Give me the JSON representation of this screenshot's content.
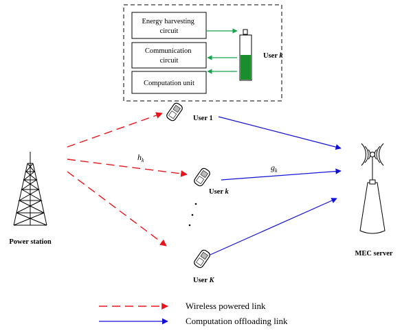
{
  "user_detail": {
    "label_prefix": "User ",
    "label_var": "k",
    "boxes": [
      {
        "lines": [
          "Energy harvesting",
          "circuit"
        ]
      },
      {
        "lines": [
          "Communication",
          "circuit"
        ]
      },
      {
        "lines": [
          "Computation unit"
        ]
      }
    ]
  },
  "users": [
    {
      "prefix": "User ",
      "var": "1"
    },
    {
      "prefix": "User ",
      "var": "k"
    },
    {
      "prefix": "User ",
      "var": "K"
    }
  ],
  "power_station_label": "Power station",
  "mec_server_label": "MEC server",
  "channel_h": {
    "base": "h",
    "sub": "k"
  },
  "channel_g": {
    "base": "g",
    "sub": "k"
  },
  "ellipsis": ". . .",
  "legend": {
    "wireless": "Wireless powered link",
    "offloading": "Computation offloading link"
  },
  "colors": {
    "wireless_link": "#e8131b",
    "offloading_link": "#1010d8",
    "energy_arrow": "#16a34a",
    "battery_fill": "#1a8d2c"
  }
}
